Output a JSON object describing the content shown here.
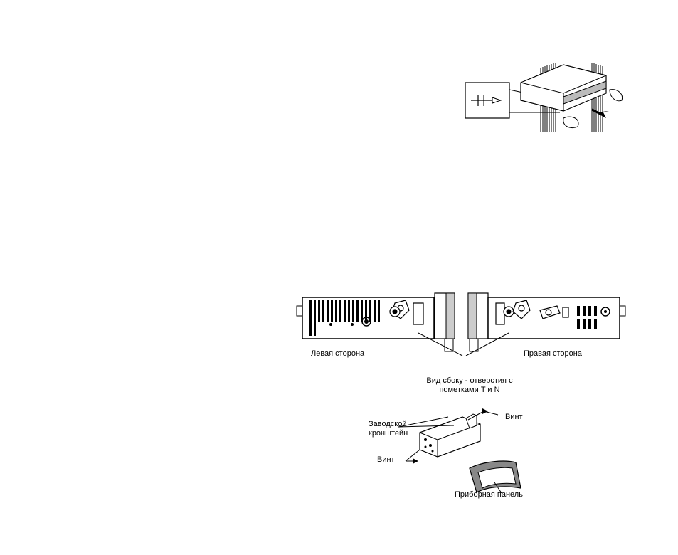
{
  "side_view": {
    "left_label": "Левая сторона",
    "right_label": "Правая сторона",
    "holes_caption_line1": "Вид сбоку - отверстия с",
    "holes_caption_line2": "пометками T и N"
  },
  "mount": {
    "bracket_label_line1": "Заводской",
    "bracket_label_line2": "кронштейн",
    "screw_label_right": "Винт",
    "screw_label_left": "Винт",
    "panel_label": "Приборная панель"
  }
}
